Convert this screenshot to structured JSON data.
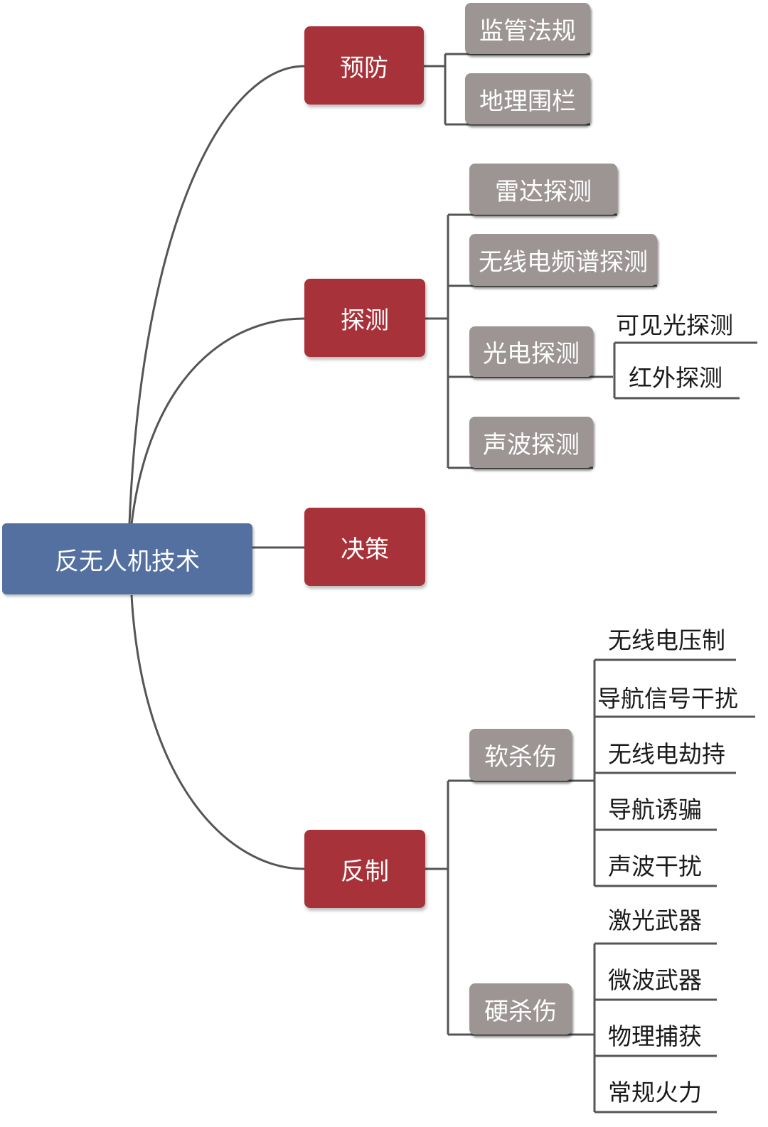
{
  "diagram": {
    "root": {
      "label": "反无人机技术",
      "color": "#5470a0"
    },
    "colors": {
      "level1": "#a83239",
      "level2": "#9d9494",
      "line": "#555555"
    },
    "branches": [
      {
        "label": "预防",
        "children": [
          {
            "label": "监管法规"
          },
          {
            "label": "地理围栏"
          }
        ]
      },
      {
        "label": "探测",
        "children": [
          {
            "label": "雷达探测"
          },
          {
            "label": "无线电频谱探测"
          },
          {
            "label": "光电探测",
            "children": [
              "可见光探测",
              "红外探测"
            ]
          },
          {
            "label": "声波探测"
          }
        ]
      },
      {
        "label": "决策",
        "children": []
      },
      {
        "label": "反制",
        "children": [
          {
            "label": "软杀伤",
            "children": [
              "无线电压制",
              "导航信号干扰",
              "无线电劫持",
              "导航诱骗",
              "声波干扰"
            ]
          },
          {
            "label": "硬杀伤",
            "children": [
              "激光武器",
              "微波武器",
              "物理捕获",
              "常规火力"
            ]
          }
        ]
      }
    ]
  }
}
